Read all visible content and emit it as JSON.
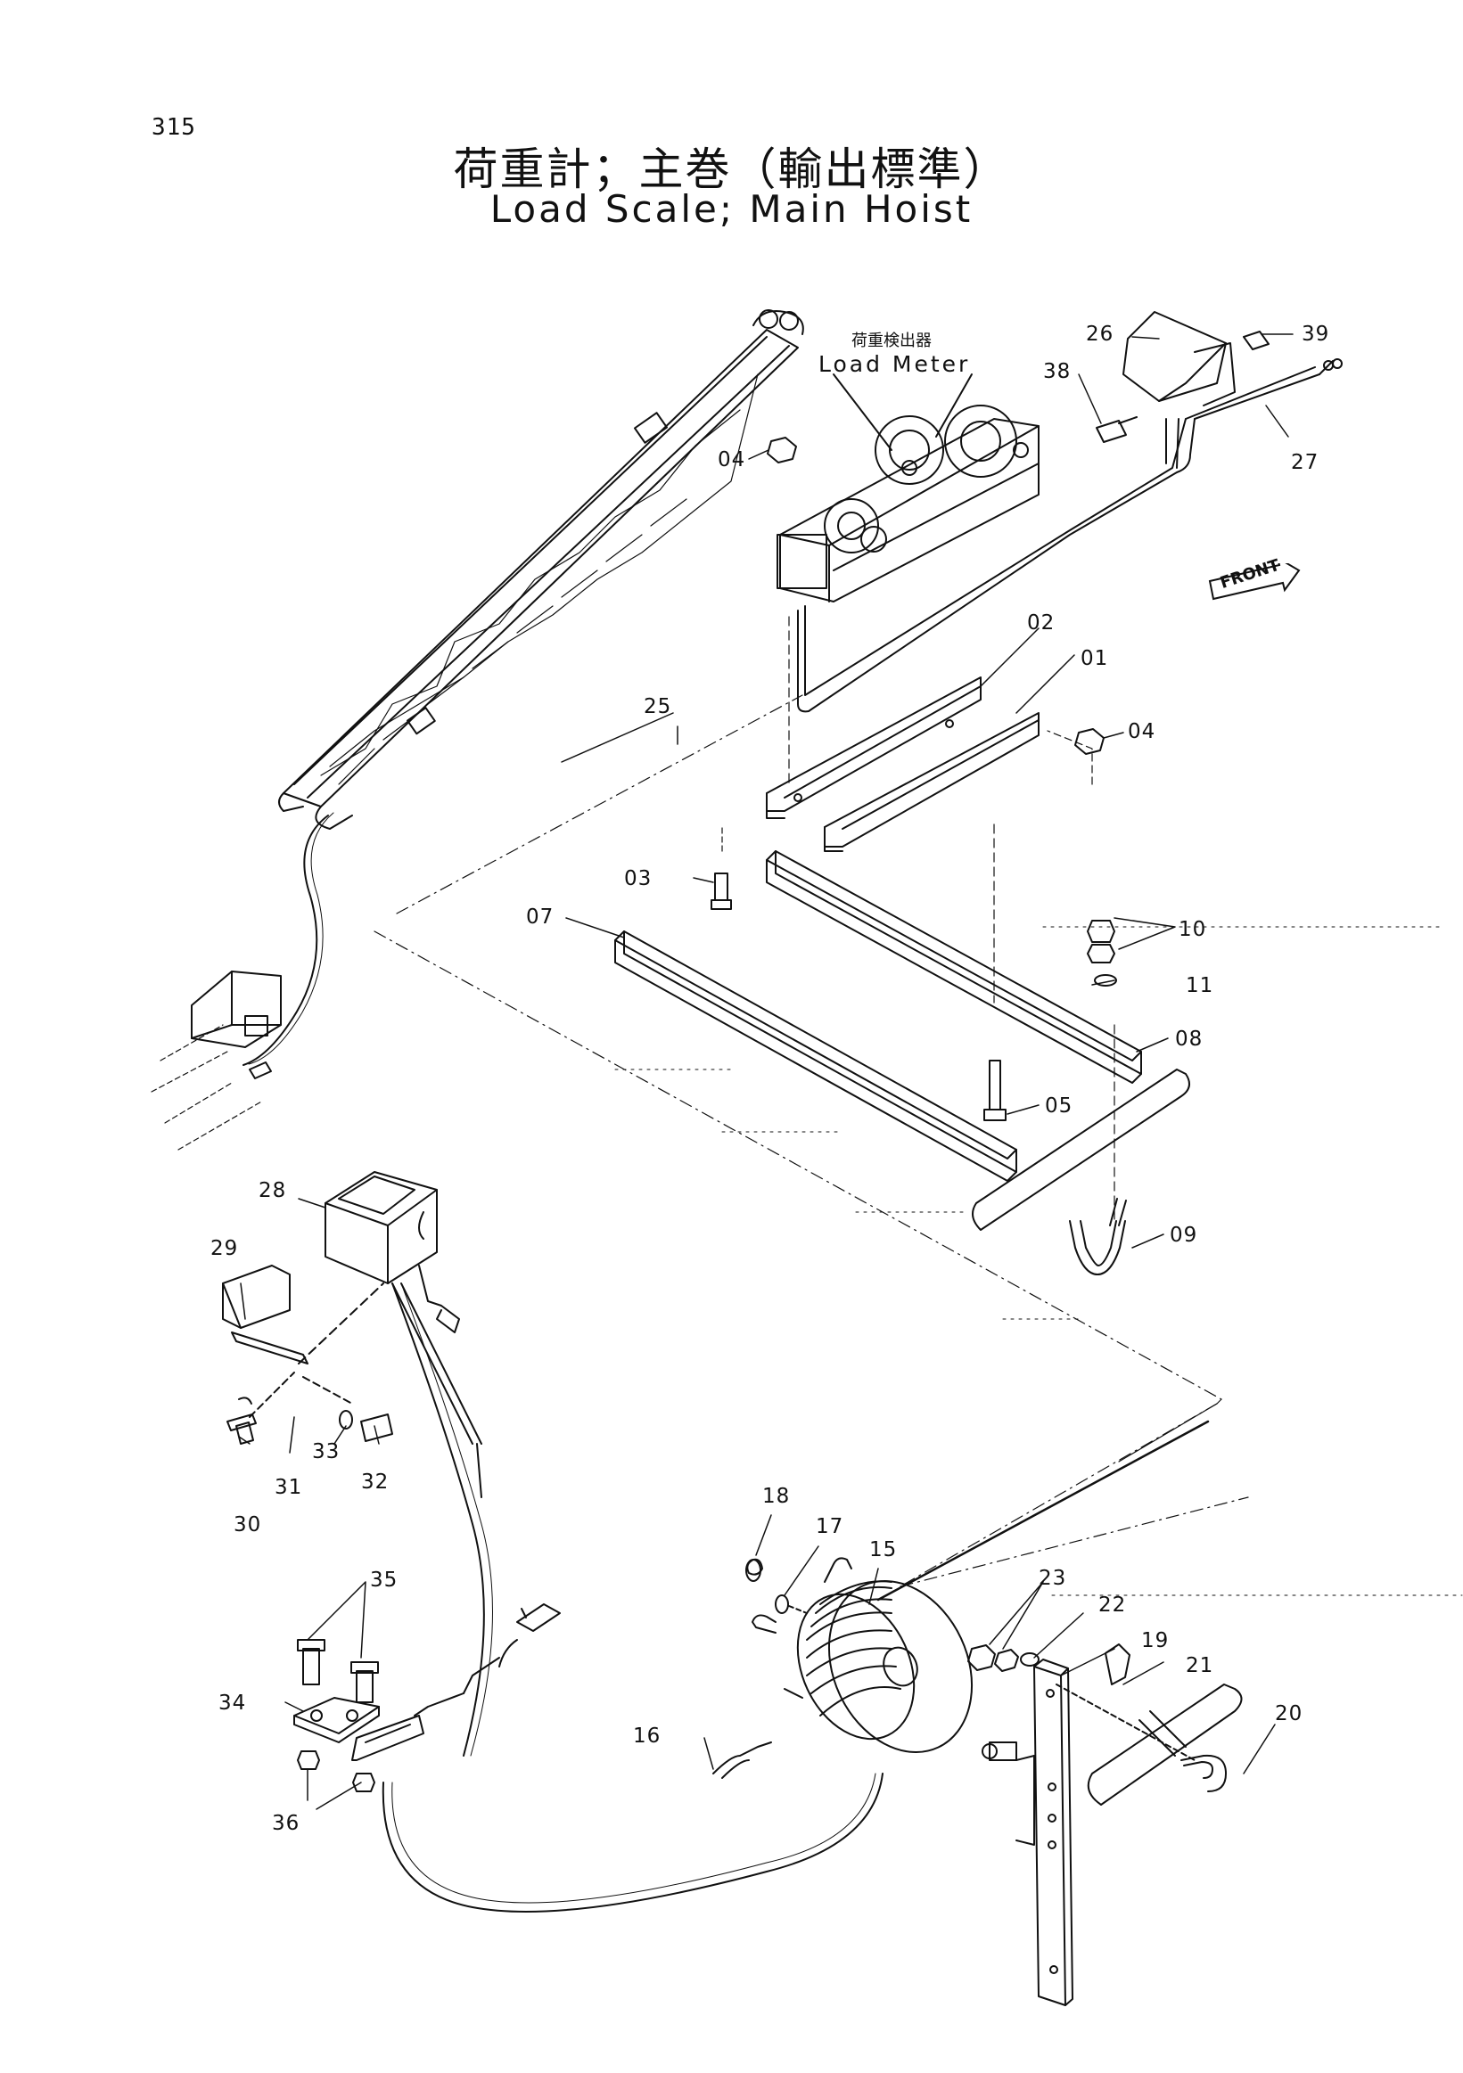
{
  "page_number": "315",
  "title_jp": "荷重計；主巻（輸出標準）",
  "title_en": "Load Scale; Main Hoist",
  "subassembly_jp": "荷重検出器",
  "subassembly_en": "Load Meter",
  "direction_label": "FRONT",
  "part_labels": {
    "p01": "01",
    "p02": "02",
    "p03": "03",
    "p04a": "04",
    "p04b": "04",
    "p05": "05",
    "p07": "07",
    "p08": "08",
    "p09": "09",
    "p10": "10",
    "p11": "11",
    "p15": "15",
    "p16": "16",
    "p17": "17",
    "p18": "18",
    "p19": "19",
    "p20": "20",
    "p21": "21",
    "p22": "22",
    "p23": "23",
    "p25": "25",
    "p26": "26",
    "p27": "27",
    "p28": "28",
    "p29": "29",
    "p30": "30",
    "p31": "31",
    "p32": "32",
    "p33": "33",
    "p34": "34",
    "p35": "35",
    "p36": "36",
    "p38": "38",
    "p39": "39"
  },
  "colors": {
    "ink": "#111111",
    "paper": "#ffffff"
  }
}
